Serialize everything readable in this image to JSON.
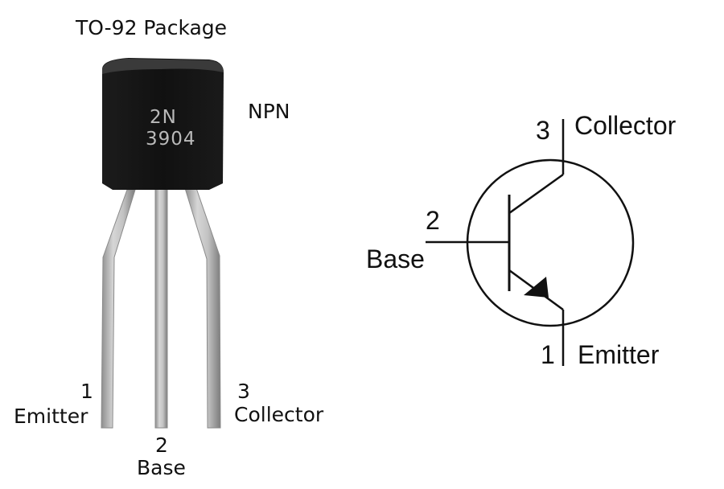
{
  "package": {
    "title": "TO-92 Package",
    "type_label": "NPN",
    "marking_line1": "2N",
    "marking_line2": "3904",
    "pins": [
      {
        "number": "1",
        "name": "Emitter"
      },
      {
        "number": "2",
        "name": "Base"
      },
      {
        "number": "3",
        "name": "Collector"
      }
    ]
  },
  "symbol": {
    "collector": {
      "number": "3",
      "name": "Collector"
    },
    "base": {
      "number": "2",
      "name": "Base"
    },
    "emitter": {
      "number": "1",
      "name": "Emitter"
    }
  },
  "colors": {
    "body": "#141414",
    "marking": "#b9b9b9",
    "lead": "#b8b8b8",
    "ink": "#111111"
  }
}
